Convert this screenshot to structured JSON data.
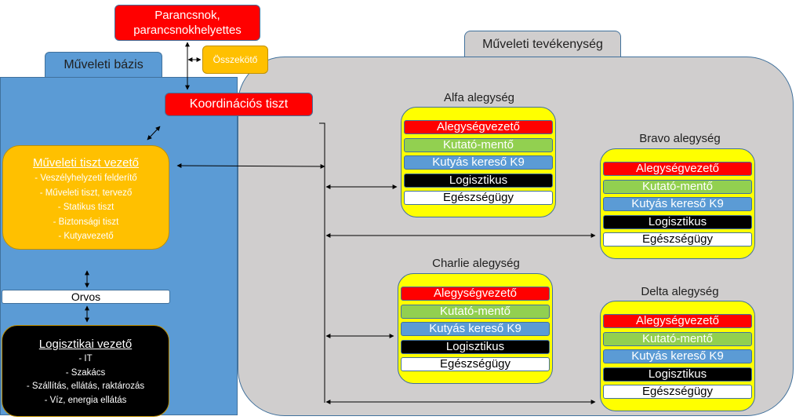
{
  "colors": {
    "base_blue": "#5b9bd5",
    "ops_grey": "#d0cece",
    "command_red": "#ff0000",
    "orange": "#ffc000",
    "unit_yellow": "#ffff00",
    "role_green": "#92d050",
    "border_blue": "#41719c"
  },
  "commander": {
    "line1": "Parancsnok,",
    "line2": "parancsnokhelyettes"
  },
  "liaison": {
    "label": "Összekötő"
  },
  "coordinator": {
    "label": "Koordinációs tiszt"
  },
  "base": {
    "title": "Műveleti bázis",
    "ops_lead": {
      "title": "Műveleti tiszt vezető",
      "items": [
        "-      Veszélyhelyzeti felderítő",
        "-      Műveleti tiszt, tervező",
        "-      Statikus tiszt",
        "-      Biztonsági tiszt",
        "-      Kutyavezető"
      ]
    },
    "doctor": {
      "label": "Orvos"
    },
    "logistics_lead": {
      "title": "Logisztikai vezető",
      "items": [
        "- IT",
        "-      Szakács",
        "-      Szállítás, ellátás, raktározás",
        "-      Víz, energia ellátás"
      ]
    }
  },
  "operations": {
    "title": "Műveleti tevékenység",
    "units": [
      {
        "name": "Alfa alegység",
        "roles": [
          "Alegységvezető",
          "Kutató-mentő",
          "Kutyás kereső K9",
          "Logisztikus",
          "Egészségügy"
        ]
      },
      {
        "name": "Bravo alegység",
        "roles": [
          "Alegységvezető",
          "Kutató-mentő",
          "Kutyás kereső K9",
          "Logisztikus",
          "Egészségügy"
        ]
      },
      {
        "name": "Charlie alegység",
        "roles": [
          "Alegységvezető",
          "Kutató-mentő",
          "Kutyás kereső K9",
          "Logisztikus",
          "Egészségügy"
        ]
      },
      {
        "name": "Delta alegység",
        "roles": [
          "Alegységvezető",
          "Kutató-mentő",
          "Kutyás kereső K9",
          "Logisztikus",
          "Egészségügy"
        ]
      }
    ]
  }
}
